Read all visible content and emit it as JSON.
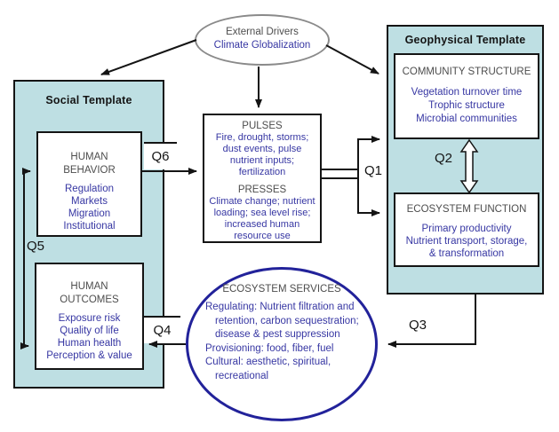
{
  "diagram": {
    "external_drivers": {
      "title": "External Drivers",
      "subtitle": "Climate Globalization"
    },
    "social_template": {
      "title": "Social Template",
      "human_behavior": {
        "title": "HUMAN\nBEHAVIOR",
        "items": [
          "Regulation",
          "Markets",
          "Migration",
          "Institutional"
        ]
      },
      "human_outcomes": {
        "title": "HUMAN\nOUTCOMES",
        "items": [
          "Exposure risk",
          "Quality of life",
          "Human health",
          "Perception & value"
        ]
      }
    },
    "drivers_box": {
      "pulses": {
        "title": "PULSES",
        "text": "Fire, drought, storms; dust events, pulse nutrient inputs; fertilization"
      },
      "presses": {
        "title": "PRESSES",
        "text": "Climate change; nutrient loading; sea level rise; increased human resource use"
      }
    },
    "geophysical_template": {
      "title": "Geophysical Template",
      "community_structure": {
        "title": "COMMUNITY STRUCTURE",
        "items": [
          "Vegetation turnover time",
          "Trophic structure",
          "Microbial communities"
        ]
      },
      "ecosystem_function": {
        "title": "ECOSYSTEM FUNCTION",
        "items": [
          "Primary productivity",
          "Nutrient transport, storage, & transformation"
        ]
      }
    },
    "ecosystem_services": {
      "title": "ECOSYSTEM SERVICES",
      "items": [
        "Regulating: Nutrient filtration and retention, carbon sequestration; disease & pest suppression",
        "Provisioning: food, fiber, fuel",
        "Cultural: aesthetic, spiritual, recreational"
      ]
    },
    "labels": {
      "q1": "Q1",
      "q2": "Q2",
      "q3": "Q3",
      "q4": "Q4",
      "q5": "Q5",
      "q6": "Q6"
    },
    "colors": {
      "template_bg": "#bedfe3",
      "text_blue": "#3737a3",
      "text_gray": "#4d4d4d",
      "line": "#141414",
      "services_ellipse_border": "#22229a",
      "drivers_ellipse_border": "#8a8a8a"
    }
  }
}
